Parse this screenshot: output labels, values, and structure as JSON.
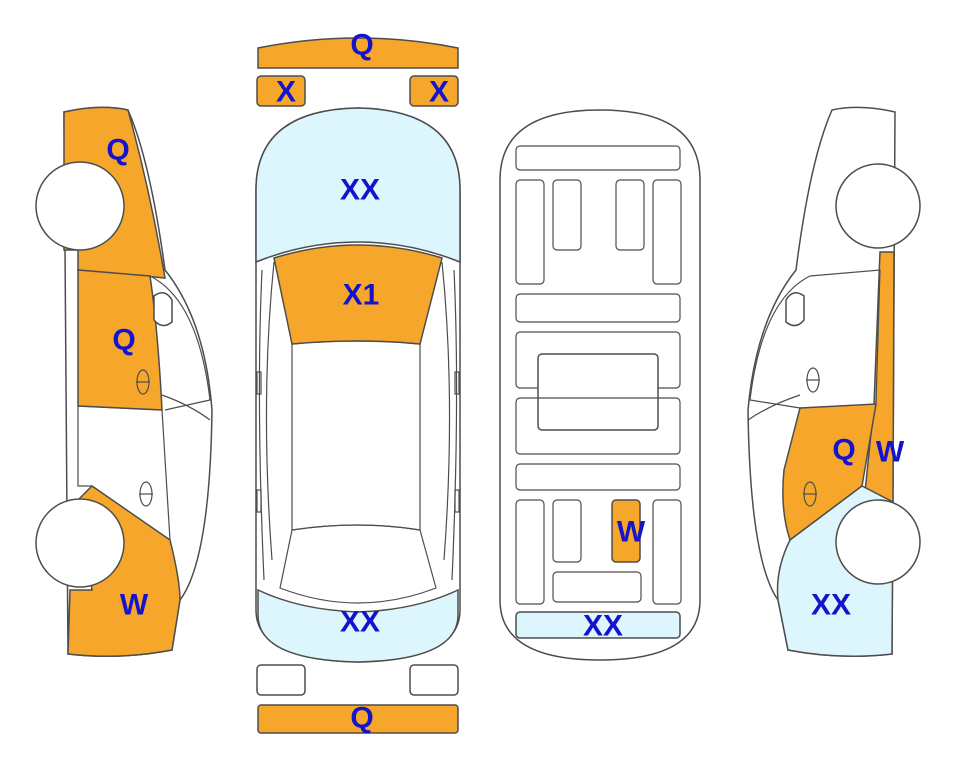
{
  "colors": {
    "damage": "#f6a72b",
    "light": "#ddf5fd",
    "label": "#1414cc",
    "outline": "#4d4d4d"
  },
  "labels": {
    "front_bumper": "Q",
    "left_headlight": "X",
    "right_headlight": "X",
    "hood": "XX",
    "windshield": "X1",
    "rear_window": "XX",
    "rear_bumper": "Q",
    "underbody_fuel_tank": "W",
    "underbody_rear": "XX",
    "left_front_fender": "Q",
    "left_front_door": "Q",
    "left_rear_quarter": "W",
    "right_rear_door": "Q",
    "right_c_pillar": "W",
    "right_rear_quarter": "XX"
  },
  "damage_map": [
    {
      "part": "front_bumper",
      "code": "Q",
      "fill": "damage"
    },
    {
      "part": "left_headlight",
      "code": "X",
      "fill": "damage"
    },
    {
      "part": "right_headlight",
      "code": "X",
      "fill": "damage"
    },
    {
      "part": "hood",
      "code": "XX",
      "fill": "light"
    },
    {
      "part": "windshield",
      "code": "X1",
      "fill": "damage"
    },
    {
      "part": "rear_window",
      "code": "XX",
      "fill": "light"
    },
    {
      "part": "rear_bumper",
      "code": "Q",
      "fill": "damage"
    },
    {
      "part": "underbody_fuel_tank",
      "code": "W",
      "fill": "damage"
    },
    {
      "part": "underbody_rear",
      "code": "XX",
      "fill": "light"
    },
    {
      "part": "left_front_fender",
      "code": "Q",
      "fill": "damage"
    },
    {
      "part": "left_front_door",
      "code": "Q",
      "fill": "damage"
    },
    {
      "part": "left_rear_quarter",
      "code": "W",
      "fill": "damage"
    },
    {
      "part": "right_rear_door",
      "code": "Q",
      "fill": "damage"
    },
    {
      "part": "right_c_pillar",
      "code": "W",
      "fill": "damage"
    },
    {
      "part": "right_rear_quarter",
      "code": "XX",
      "fill": "light"
    }
  ]
}
